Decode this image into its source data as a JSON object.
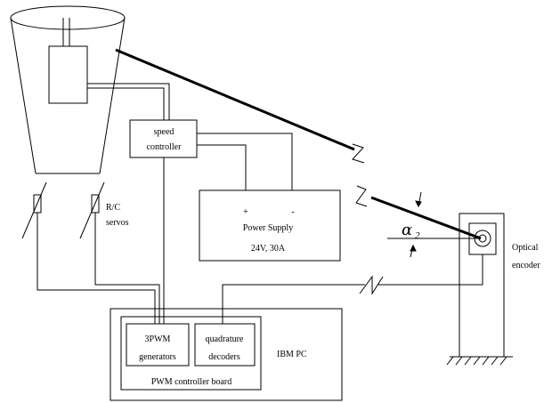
{
  "diagram": {
    "speed_controller": {
      "line1": "speed",
      "line2": "controller"
    },
    "power_supply": {
      "plus": "+",
      "minus": "-",
      "name": "Power Supply",
      "rating": "24V, 30A"
    },
    "rc_servos": {
      "line1": "R/C",
      "line2": "servos"
    },
    "ibm_pc": {
      "label": "IBM PC"
    },
    "pwm_board": {
      "label": "PWM controller board"
    },
    "pwm_generators": {
      "line1": "3PWM",
      "line2": "generators"
    },
    "quadrature_decoders": {
      "line1": "quadrature",
      "line2": "decoders"
    },
    "encoder": {
      "line1": "Optical",
      "line2": "encoder"
    },
    "angle": {
      "symbol": "α",
      "subscript": "2"
    }
  }
}
